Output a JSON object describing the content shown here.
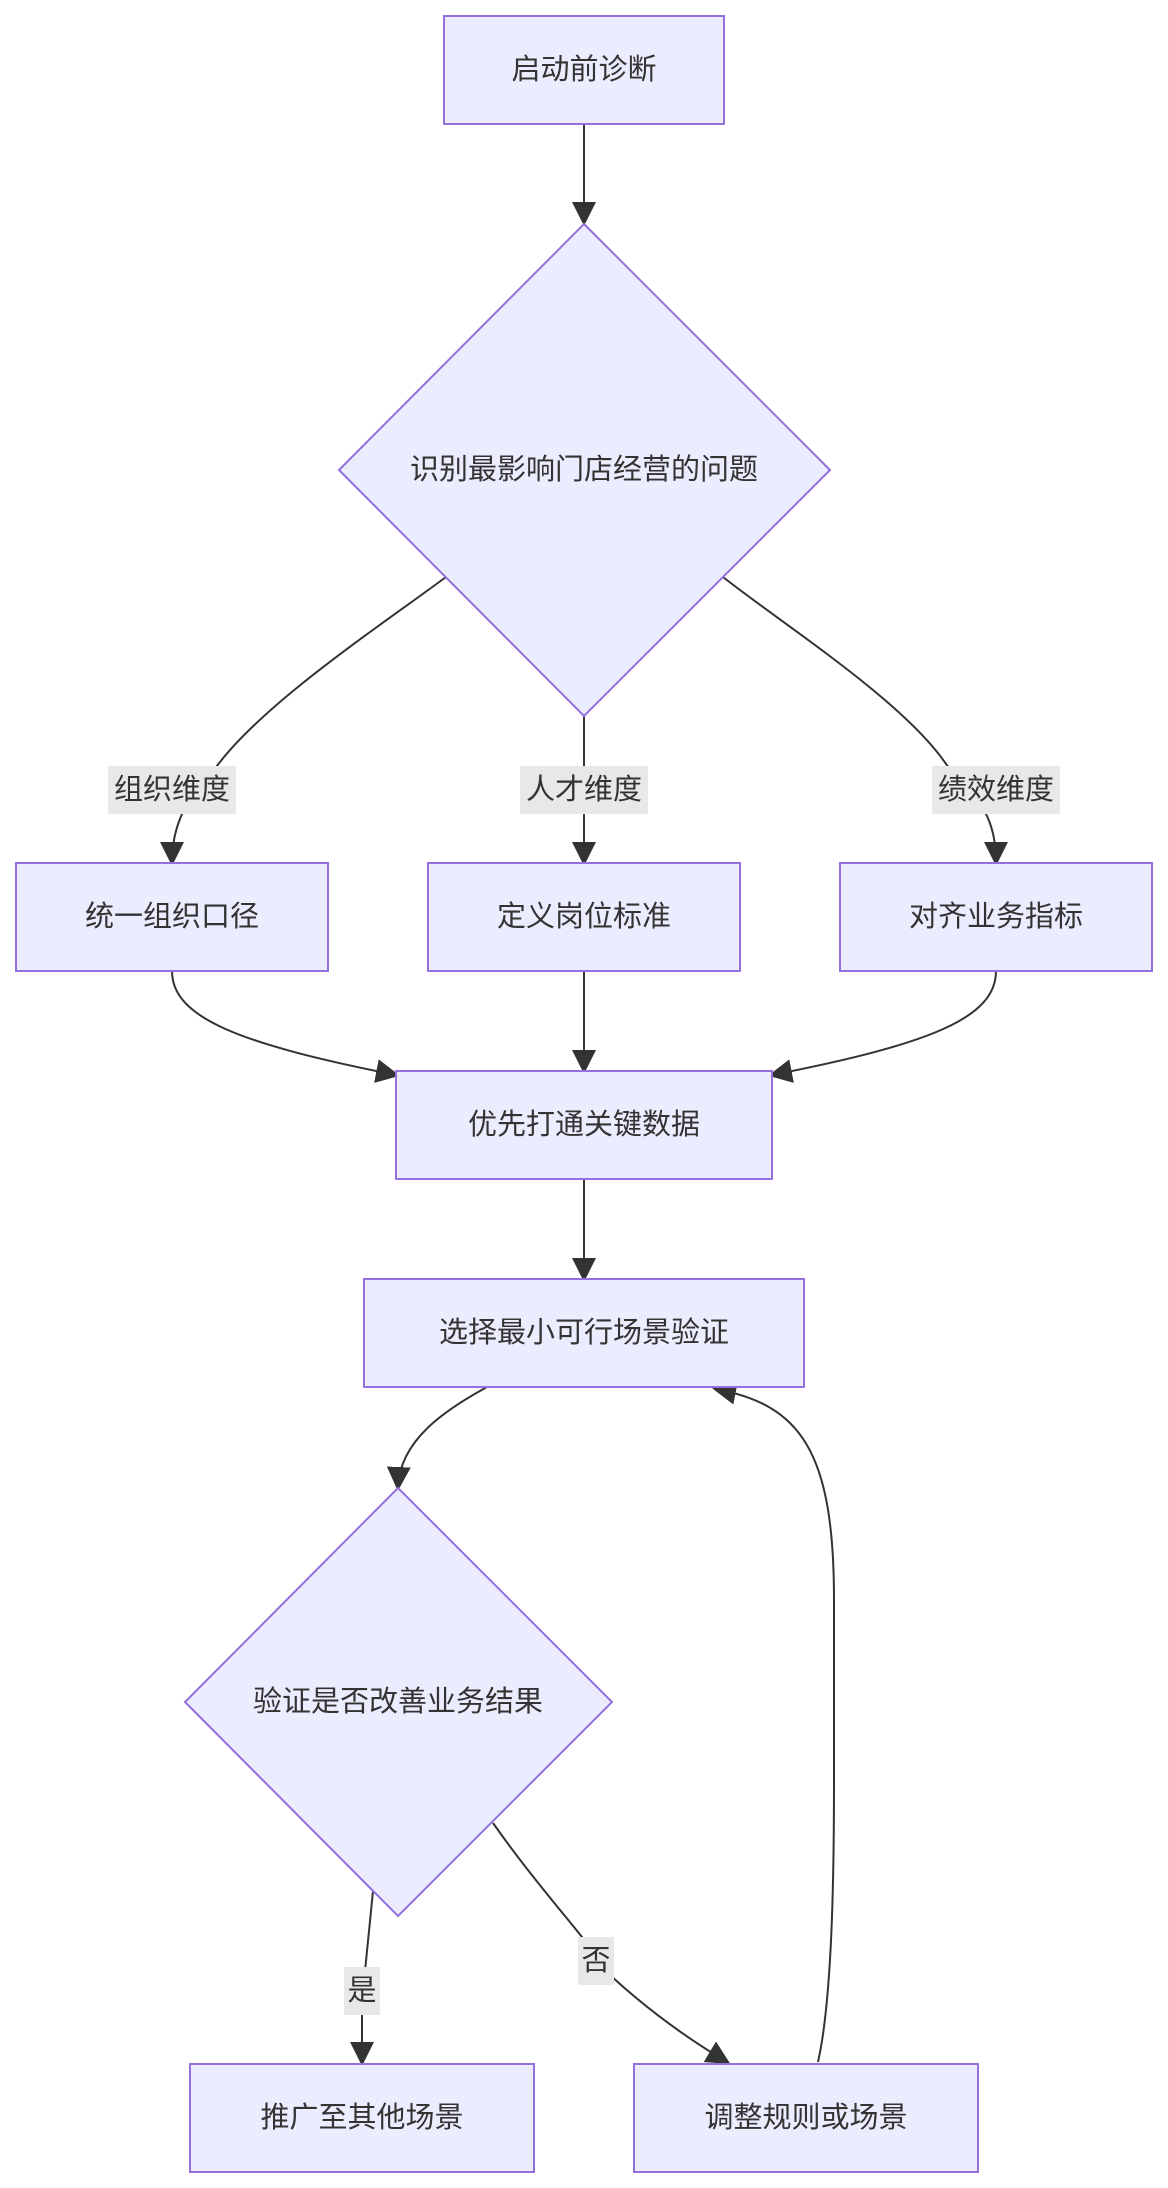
{
  "diagram": {
    "nodes": {
      "start": "启动前诊断",
      "identify": "识别最影响门店经营的问题",
      "org": "统一组织口径",
      "talent": "定义岗位标准",
      "perf": "对齐业务指标",
      "data": "优先打通关键数据",
      "select": "选择最小可行场景验证",
      "verify": "验证是否改善业务结果",
      "promote": "推广至其他场景",
      "adjust": "调整规则或场景"
    },
    "edges": {
      "org_label": "组织维度",
      "talent_label": "人才维度",
      "perf_label": "绩效维度",
      "yes_label": "是",
      "no_label": "否"
    },
    "colors": {
      "node_fill": "#ECECFF",
      "node_stroke": "#9370DB",
      "edge": "#333333",
      "label_bg": "#E8E8E8"
    }
  }
}
